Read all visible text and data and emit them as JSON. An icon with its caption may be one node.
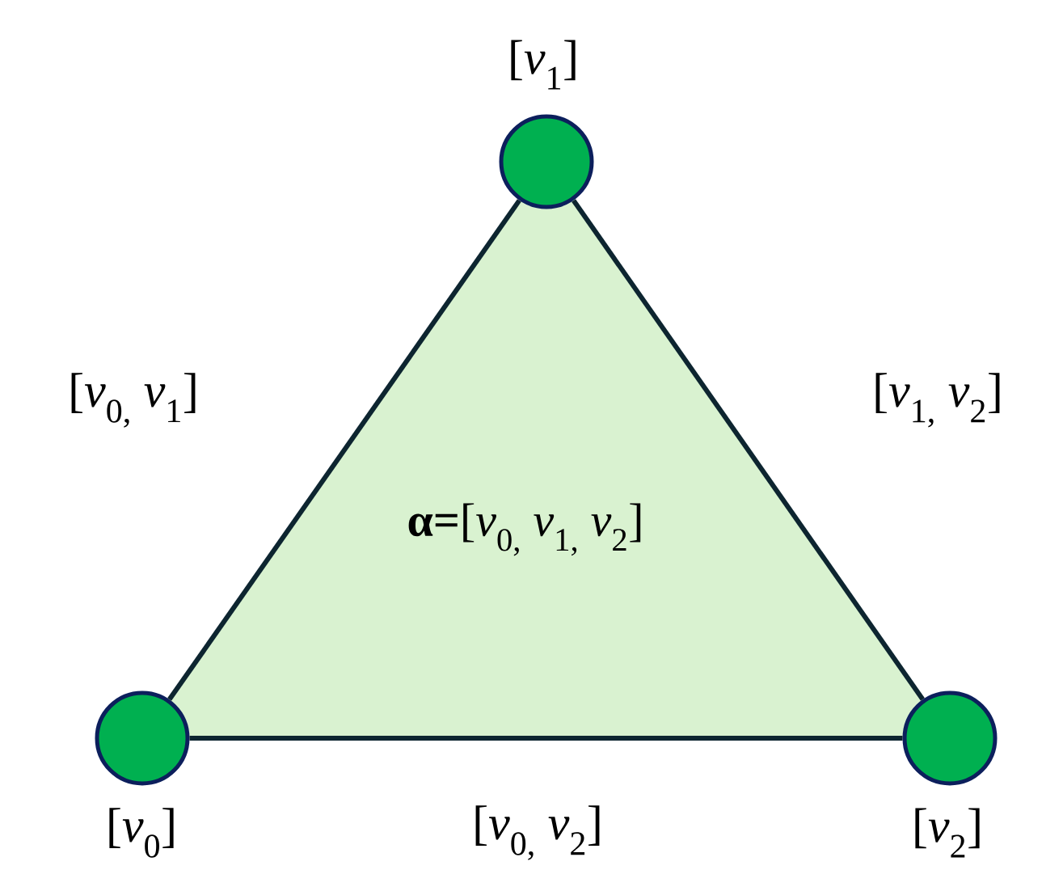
{
  "diagram": {
    "nodes": [
      {
        "text": [],
        "shape": "circle",
        "beside": [
          "[*v*$_{1}$]"
        ]
      },
      {
        "text": [
          "**α=**[*v*$_{0,}$ *v*$_{1,}$ *v*$_{2}$]"
        ]
      },
      {
        "text": [],
        "shape": "circle",
        "beside": [
          "[*v*$_{0}$]"
        ]
      },
      {
        "text": [],
        "shape": "circle",
        "beside": [
          "[*v*$_{2}$]"
        ]
      }
    ],
    "edges": [
      {
        "from": 2,
        "to": 0,
        "arrow": "none",
        "label": "[*v*$_{0,}$ *v*$_{1}$]"
      },
      {
        "from": 0,
        "to": 3,
        "arrow": "none",
        "label": "[*v*$_{1,}$ *v*$_{2}$]"
      },
      {
        "from": 2,
        "to": 3,
        "arrow": "none",
        "label": "[*v*$_{0,}$ *v*$_{2}$]"
      }
    ]
  }
}
